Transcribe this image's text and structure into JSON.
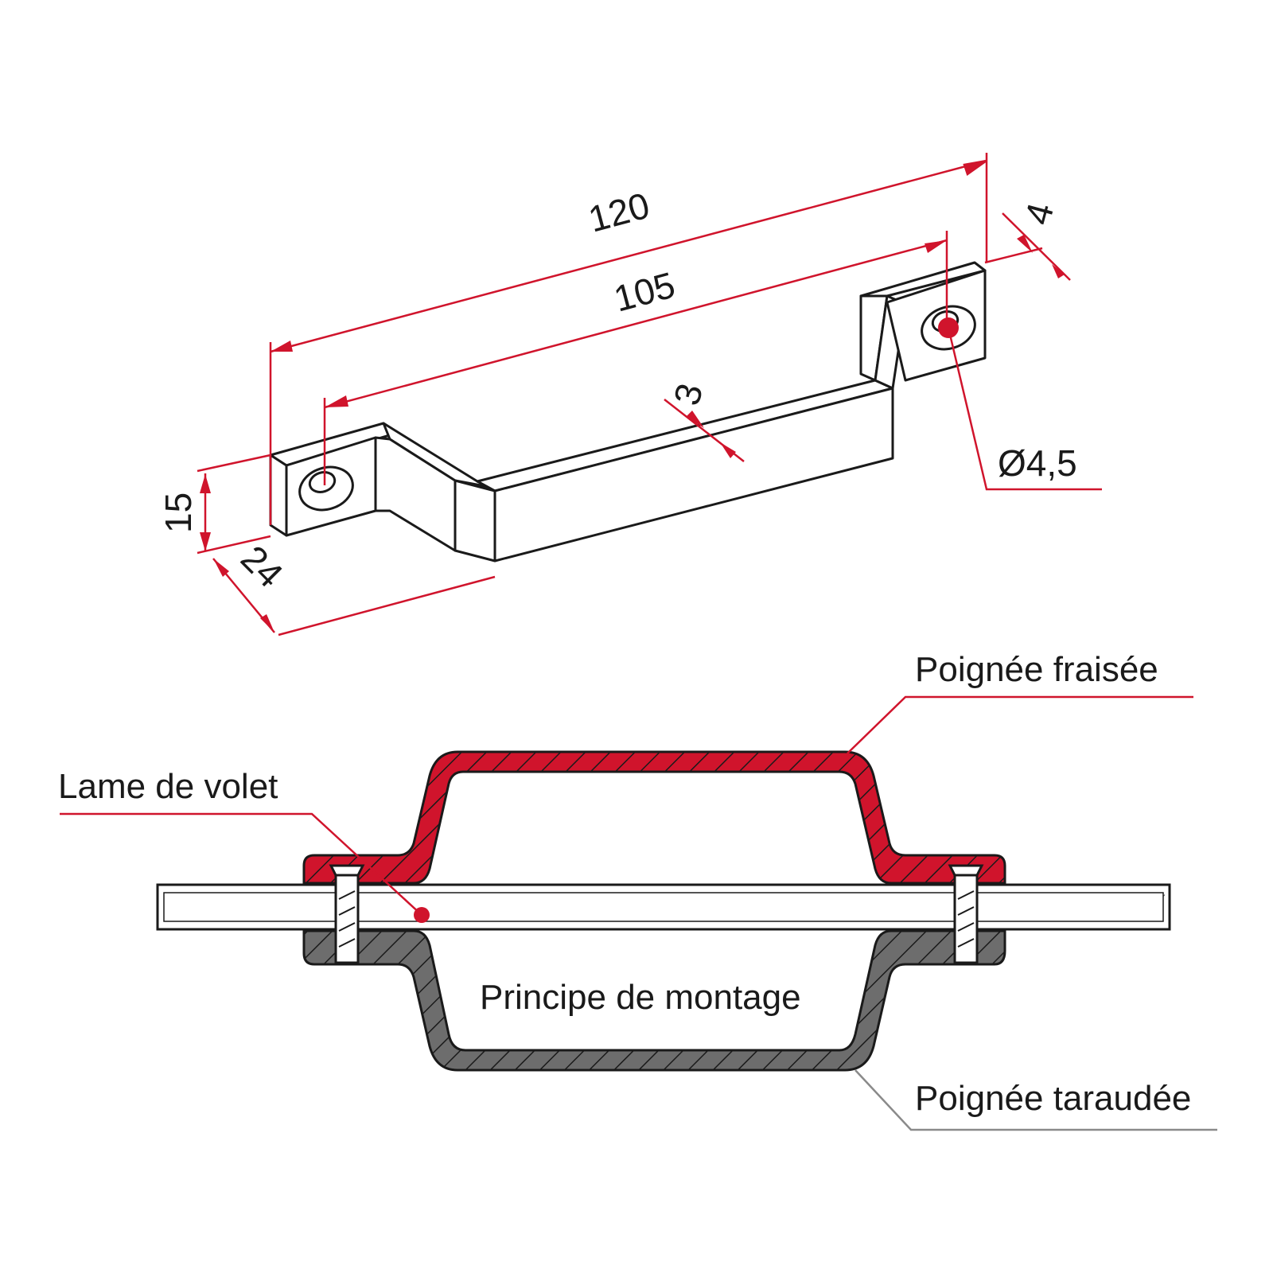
{
  "colors": {
    "accent": "#d0142c",
    "outline": "#1a1a1a",
    "threaded": "#6d6d6d",
    "leader_grey": "#8a8a8a"
  },
  "dimensions": {
    "overall_length": "120",
    "hole_spacing": "105",
    "thickness": "3",
    "edge_offset": "4",
    "hole_diameter": "Ø4,5",
    "height": "15",
    "width": "24"
  },
  "labels": {
    "milled_handle": "Poignée fraisée",
    "shutter_slat": "Lame de volet",
    "mounting_principle": "Principe de montage",
    "threaded_handle": "Poignée taraudée"
  }
}
